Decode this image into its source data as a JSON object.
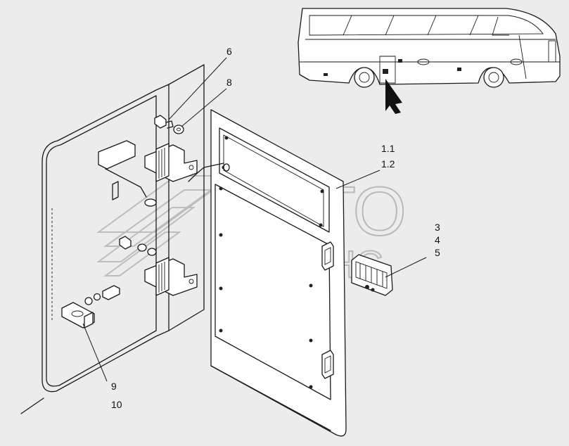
{
  "diagram": {
    "watermark_line1": "АВТО",
    "watermark_line2": "АЛЬЯНС",
    "callouts": [
      {
        "id": "c6",
        "text": "6"
      },
      {
        "id": "c8",
        "text": "8"
      },
      {
        "id": "c11",
        "text": "1.1"
      },
      {
        "id": "c12",
        "text": "1.2"
      },
      {
        "id": "c3",
        "text": "3"
      },
      {
        "id": "c4",
        "text": "4"
      },
      {
        "id": "c5",
        "text": "5"
      },
      {
        "id": "c9",
        "text": "9"
      },
      {
        "id": "c10",
        "text": "10"
      }
    ]
  }
}
